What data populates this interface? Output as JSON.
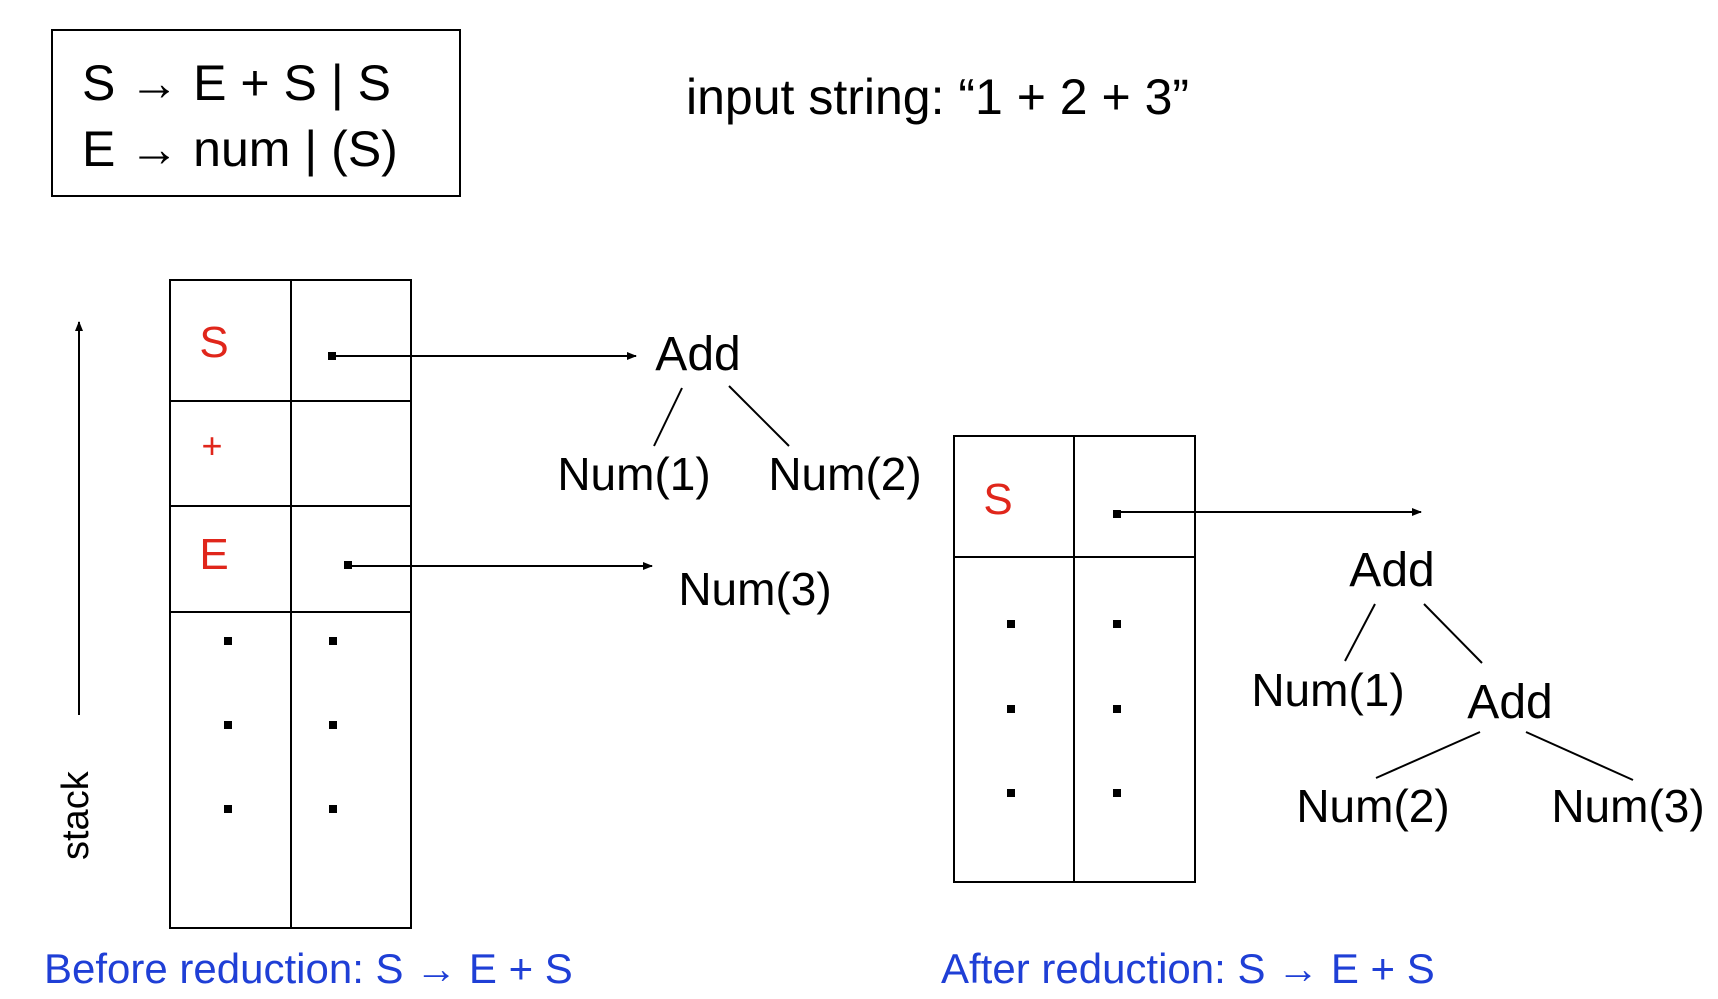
{
  "grammar": {
    "rule1": "S → E + S | S",
    "rule2": "E → num | (S)"
  },
  "input_label": "input string: “1 + 2 + 3”",
  "stack_label": "stack",
  "before": {
    "caption": "Before reduction: S → E + S",
    "stack_top_symbol": "S",
    "stack_mid_symbol": "+",
    "stack_third_symbol": "E",
    "tree_add": "Add",
    "tree_num1": "Num(1)",
    "tree_num2": "Num(2)",
    "e_value": "Num(3)"
  },
  "after": {
    "caption": "After reduction: S → E + S",
    "stack_top_symbol": "S",
    "tree_root": "Add",
    "tree_num1": "Num(1)",
    "tree_add2": "Add",
    "tree_num2": "Num(2)",
    "tree_num3": "Num(3)"
  },
  "colors": {
    "symbol_red": "#e0261b",
    "caption_blue": "#1f3fd6",
    "ink": "#000000"
  }
}
